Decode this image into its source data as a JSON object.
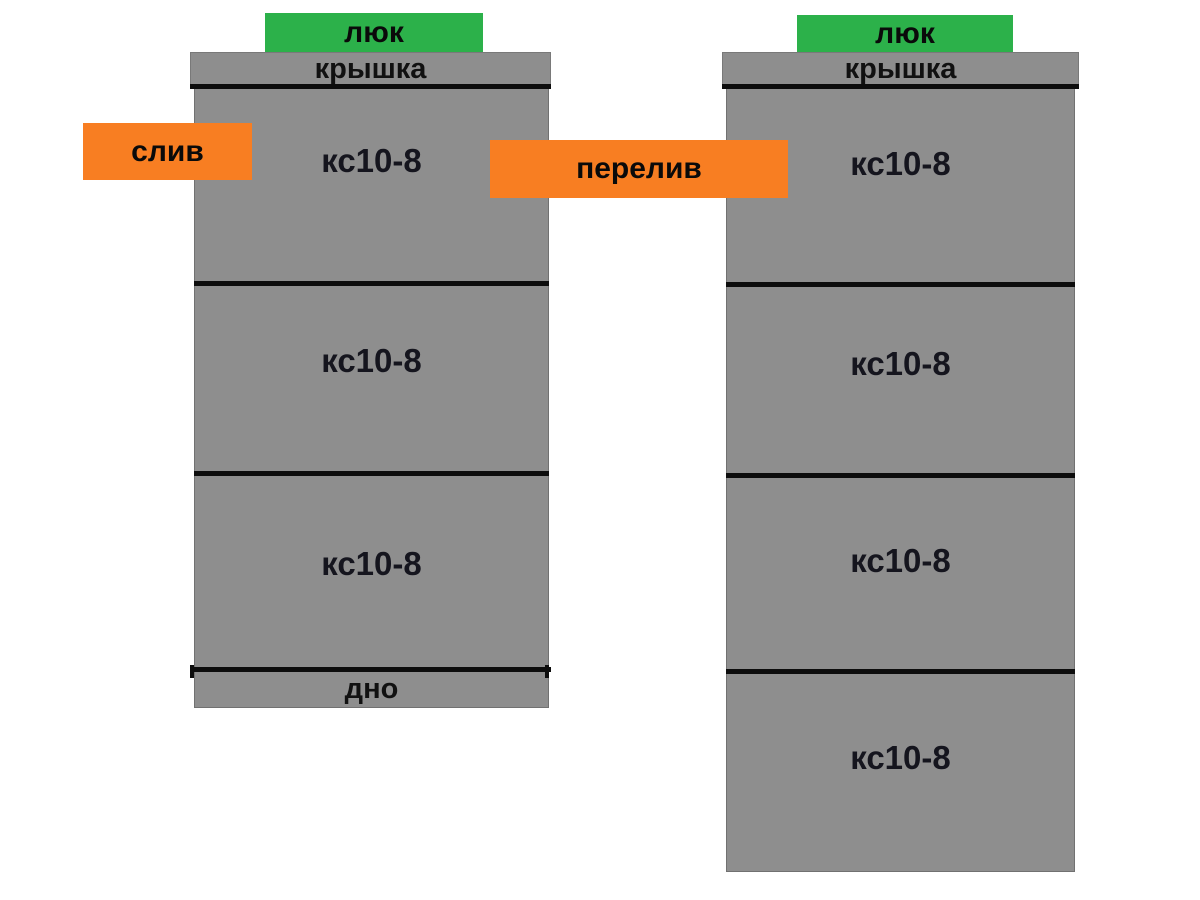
{
  "colors": {
    "gray": "#8e8e8e",
    "green": "#2cb14a",
    "orange": "#f87e22",
    "line": "#0d0d0d",
    "text": "#111111",
    "ring-text": "#15151e",
    "bg": "#ffffff"
  },
  "left_well": {
    "hatch_label": "люк",
    "lid_label": "крышка",
    "rings": [
      "кс10-8",
      "кс10-8",
      "кс10-8"
    ],
    "bottom_label": "дно"
  },
  "right_well": {
    "hatch_label": "люк",
    "lid_label": "крышка",
    "rings": [
      "кс10-8",
      "кс10-8",
      "кс10-8",
      "кс10-8"
    ]
  },
  "connections": {
    "drain_label": "слив",
    "overflow_label": "перелив"
  }
}
